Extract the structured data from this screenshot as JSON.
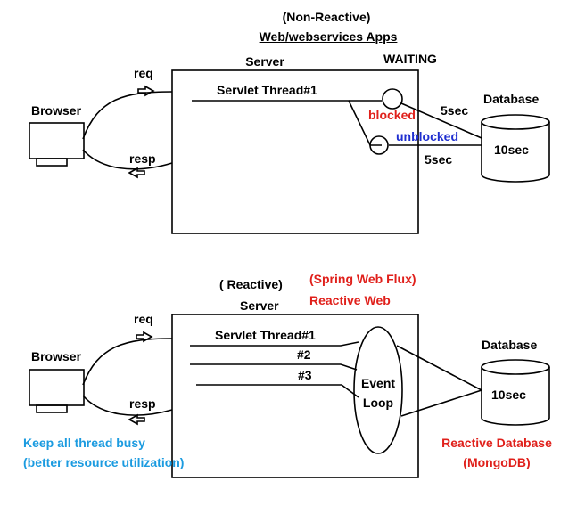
{
  "colors": {
    "stroke": "#000000",
    "red": "#e0201b",
    "blue": "#1f2fd0",
    "cyan": "#1b9be0"
  },
  "top": {
    "heading": "(Non-Reactive)",
    "subheading": "Web/webservices Apps",
    "server_label": "Server",
    "waiting_label": "WAITING",
    "browser_label": "Browser",
    "req_label": "req",
    "resp_label": "resp",
    "thread_label": "Servlet Thread#1",
    "blocked_label": "blocked",
    "unblocked_label": "unblocked",
    "time_upper": "5sec",
    "time_lower": "5sec",
    "database_label": "Database",
    "db_time": "10sec"
  },
  "bottom": {
    "reactive_label": "( Reactive)",
    "server_label": "Server",
    "flux_label": "(Spring Web Flux)",
    "reactive_web_label": "Reactive Web",
    "browser_label": "Browser",
    "req_label": "req",
    "resp_label": "resp",
    "thread1_label": "Servlet Thread#1",
    "thread2_label": "#2",
    "thread3_label": "#3",
    "event_loop_line1": "Event",
    "event_loop_line2": "Loop",
    "database_label": "Database",
    "db_time": "10sec",
    "busy_line1": "Keep all thread busy",
    "busy_line2": "(better resource utilization)",
    "reactive_db_line1": "Reactive Database",
    "reactive_db_line2": "(MongoDB)"
  }
}
